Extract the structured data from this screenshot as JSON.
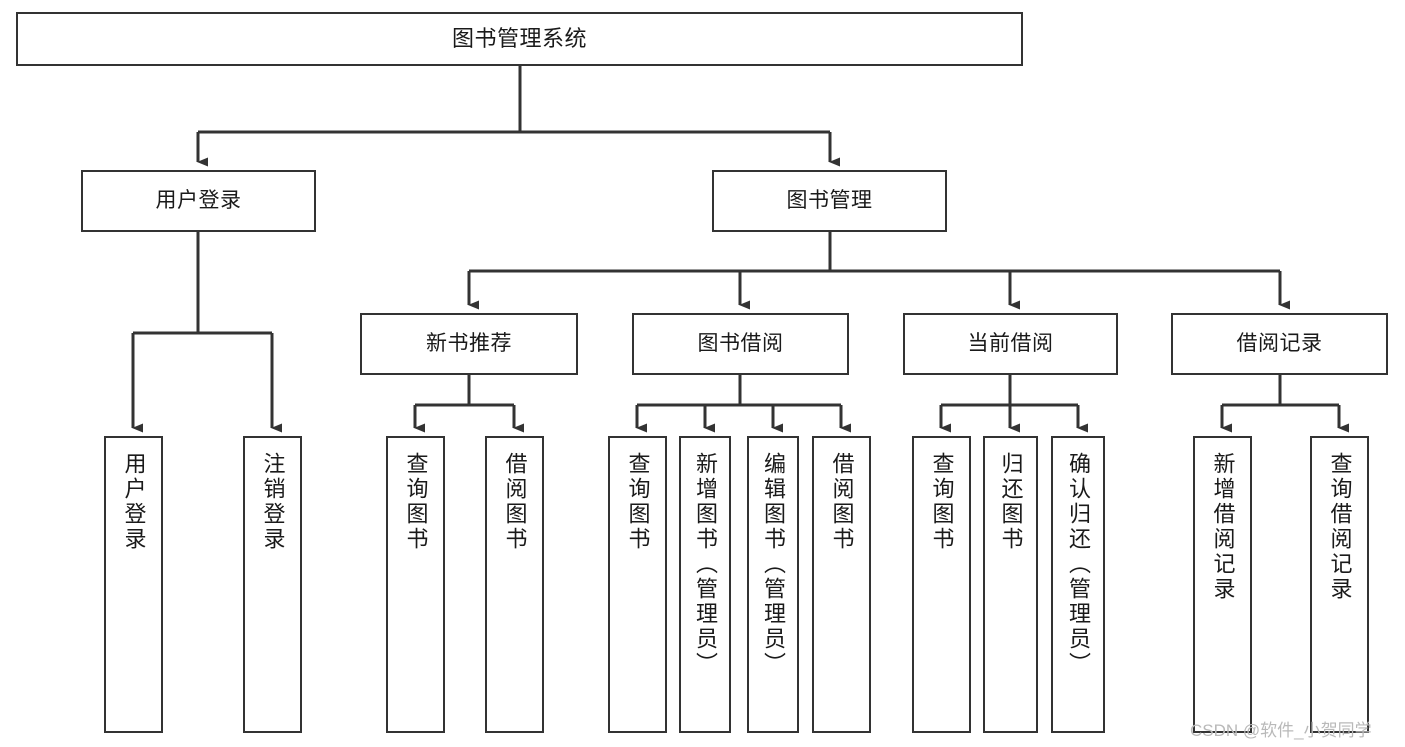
{
  "diagram": {
    "type": "tree",
    "title": "图书管理系统",
    "orientation": "top-down",
    "colors": {
      "box_border": "#333333",
      "box_fill": "#ffffff",
      "edge": "#333333",
      "text": "#1a1a1a",
      "watermark": "#b9b9b9",
      "background": "#ffffff"
    },
    "nodes": {
      "root": {
        "label": "图书管理系统"
      },
      "level2": [
        {
          "id": "user-login",
          "label": "用户登录"
        },
        {
          "id": "book-manage",
          "label": "图书管理"
        }
      ],
      "level3": [
        {
          "id": "new-book-recommend",
          "label": "新书推荐"
        },
        {
          "id": "book-borrow",
          "label": "图书借阅"
        },
        {
          "id": "current-borrow",
          "label": "当前借阅"
        },
        {
          "id": "borrow-record",
          "label": "借阅记录"
        }
      ],
      "leaves": {
        "user-login": [
          {
            "id": "leaf-user-login",
            "label": "用户登录"
          },
          {
            "id": "leaf-user-logout",
            "label": "注销登录"
          }
        ],
        "new-book-recommend": [
          {
            "id": "leaf-query-book-1",
            "label": "查询图书"
          },
          {
            "id": "leaf-borrow-book-1",
            "label": "借阅图书"
          }
        ],
        "book-borrow": [
          {
            "id": "leaf-query-book-2",
            "label": "查询图书"
          },
          {
            "id": "leaf-add-book",
            "label": "新增图书（管理员）"
          },
          {
            "id": "leaf-edit-book",
            "label": "编辑图书（管理员）"
          },
          {
            "id": "leaf-borrow-book-2",
            "label": "借阅图书"
          }
        ],
        "current-borrow": [
          {
            "id": "leaf-query-book-3",
            "label": "查询图书"
          },
          {
            "id": "leaf-return-book",
            "label": "归还图书"
          },
          {
            "id": "leaf-confirm-return",
            "label": "确认归还（管理员）"
          }
        ],
        "borrow-record": [
          {
            "id": "leaf-add-record",
            "label": "新增借阅记录"
          },
          {
            "id": "leaf-query-record",
            "label": "查询借阅记录"
          }
        ]
      }
    },
    "edges": [
      {
        "from": "root",
        "to": "user-login"
      },
      {
        "from": "root",
        "to": "book-manage"
      },
      {
        "from": "book-manage",
        "to": "new-book-recommend"
      },
      {
        "from": "book-manage",
        "to": "book-borrow"
      },
      {
        "from": "book-manage",
        "to": "current-borrow"
      },
      {
        "from": "book-manage",
        "to": "borrow-record"
      },
      {
        "from": "user-login",
        "to": "leaf-user-login"
      },
      {
        "from": "user-login",
        "to": "leaf-user-logout"
      },
      {
        "from": "new-book-recommend",
        "to": "leaf-query-book-1"
      },
      {
        "from": "new-book-recommend",
        "to": "leaf-borrow-book-1"
      },
      {
        "from": "book-borrow",
        "to": "leaf-query-book-2"
      },
      {
        "from": "book-borrow",
        "to": "leaf-add-book"
      },
      {
        "from": "book-borrow",
        "to": "leaf-edit-book"
      },
      {
        "from": "book-borrow",
        "to": "leaf-borrow-book-2"
      },
      {
        "from": "current-borrow",
        "to": "leaf-query-book-3"
      },
      {
        "from": "current-borrow",
        "to": "leaf-return-book"
      },
      {
        "from": "current-borrow",
        "to": "leaf-confirm-return"
      },
      {
        "from": "borrow-record",
        "to": "leaf-add-record"
      },
      {
        "from": "borrow-record",
        "to": "leaf-query-record"
      }
    ]
  },
  "watermark": {
    "text": "CSDN @软件_小贺同学"
  }
}
